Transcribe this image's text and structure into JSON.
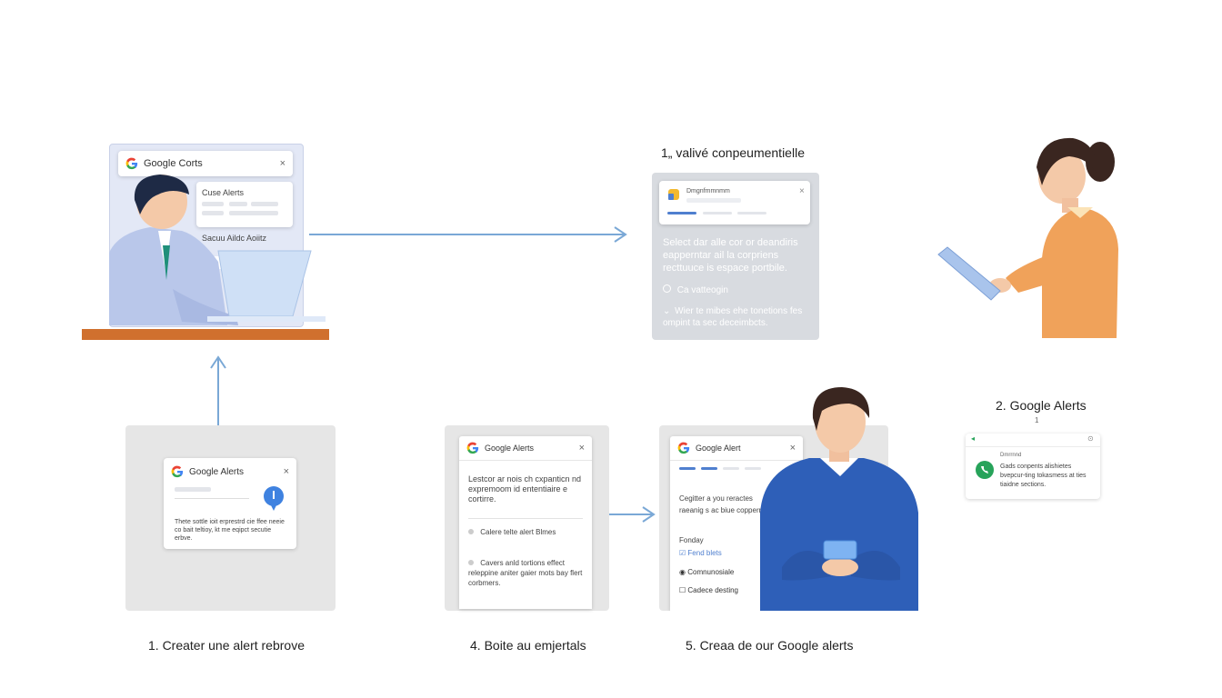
{
  "panel_login": {
    "header_title": "Google Corts",
    "close": "×",
    "card_title": "Cuse Alerts",
    "footer_text": "Sacuu Aildc Aoiitz"
  },
  "step1_top": {
    "caption": "1„ valivé conpeumentielle",
    "card_title": "Dmgnfmmnmm",
    "close": "×",
    "body_text": "Select dar alle cor or deandiris eapperntar ail la corpriens recttuuce is espace portbile.",
    "item1": "Ca vatteogin",
    "item2": "Wier te mibes ehe tonetions fes ompint ta sec deceimbcts."
  },
  "step2": {
    "caption": "2. Google Alerts",
    "marker": "1",
    "card_title": "Dmrrnnd",
    "body_text": "Gads conpents alishietes bvepcur-ting tokasmess at ties tiaidne sections."
  },
  "step_create": {
    "caption": "1. Creater une alert rebrove",
    "header_title": "Google Alerts",
    "close": "×",
    "body_text": "Thete sottle ioit erprestrd cie ffee neeie co bait teltioy, kt me eqipct secutie erbve."
  },
  "step4": {
    "caption": "4. Boite au emjertals",
    "header_title": "Google Alerts",
    "close": "×",
    "body_text": "Lestcor ar nois ch cxpanticn nd expremoom id ententiaire e cortirre.",
    "item1": "Calere telte alert Blmes",
    "item2": "Cavers anld tortions effect releppine aniter gaier mots bay flert corbmers."
  },
  "step5": {
    "caption": "5. Creaa de our Google alerts",
    "header_title": "Google Alert",
    "close": "×",
    "body_text": "Cegitter a you reractes raeanig s ac biue copperrs",
    "label": "Fonday",
    "opt1": "Fend blets",
    "opt2": "Comnunosiale",
    "opt3": "Cadece desting"
  },
  "colors": {
    "accent_blue": "#4f7fcf",
    "arrow_blue": "#7aa8d6",
    "desk_orange": "#d0702e",
    "sweater_blue": "#2e5fb8",
    "cardigan_orange": "#f0a25a",
    "check_green": "#27a35a"
  }
}
